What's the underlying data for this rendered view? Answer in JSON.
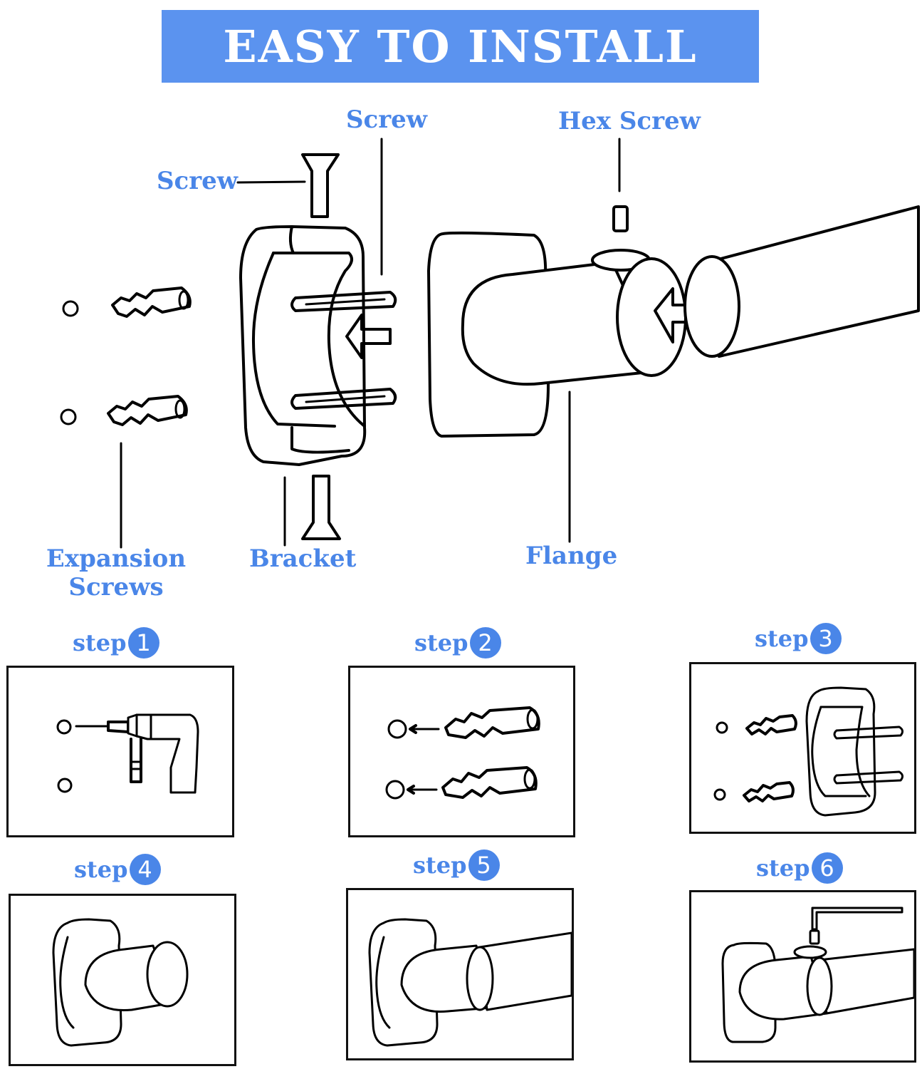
{
  "title": "EASY TO INSTALL",
  "parts": {
    "screw_top": "Screw",
    "screw_left": "Screw",
    "hex_screw": "Hex Screw",
    "expansion_line1": "Expansion",
    "expansion_line2": "Screws",
    "bracket": "Bracket",
    "flange": "Flange"
  },
  "steps": [
    {
      "word": "step",
      "number": "1"
    },
    {
      "word": "step",
      "number": "2"
    },
    {
      "word": "step",
      "number": "3"
    },
    {
      "word": "step",
      "number": "4"
    },
    {
      "word": "step",
      "number": "5"
    },
    {
      "word": "step",
      "number": "6"
    }
  ],
  "colors": {
    "accent": "#4a86e8",
    "banner": "#5b93ef"
  }
}
